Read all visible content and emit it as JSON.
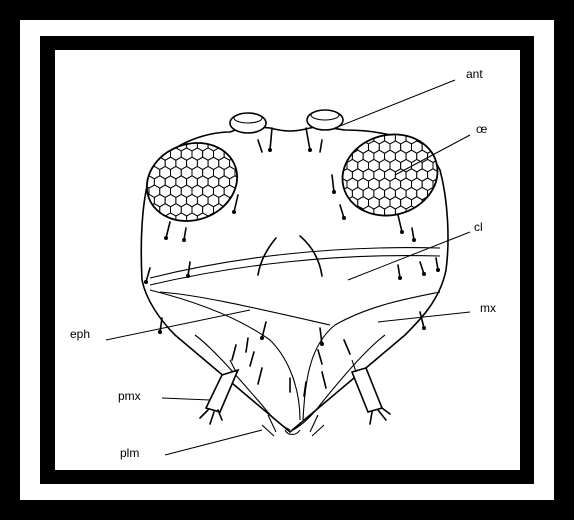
{
  "labels": {
    "ant": "ant",
    "oe": "œ",
    "cl": "cl",
    "mx": "mx",
    "eph": "eph",
    "pmx": "pmx",
    "plm": "plm"
  },
  "colors": {
    "frame": "#000000",
    "band": "#ffffff",
    "ink": "#000000"
  }
}
